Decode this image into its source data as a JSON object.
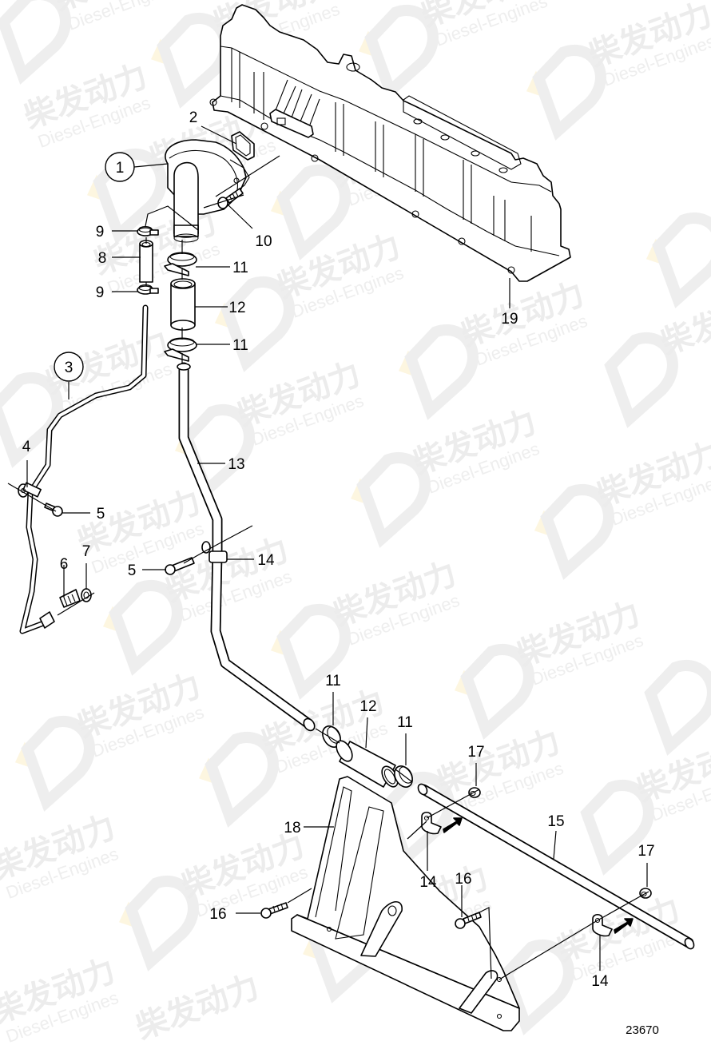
{
  "diagram": {
    "figure_number": "23670",
    "watermark": {
      "cn_text": "柴发动力",
      "en_text": "Diesel-Engines",
      "accent_color": "#fdf6e0",
      "text_color": "#ececec"
    },
    "callouts": [
      {
        "id": "c1",
        "label": "1",
        "circled": true
      },
      {
        "id": "c2",
        "label": "2",
        "circled": false
      },
      {
        "id": "c3",
        "label": "3",
        "circled": true
      },
      {
        "id": "c4",
        "label": "4",
        "circled": false
      },
      {
        "id": "c5a",
        "label": "5",
        "circled": false
      },
      {
        "id": "c5b",
        "label": "5",
        "circled": false
      },
      {
        "id": "c6",
        "label": "6",
        "circled": false
      },
      {
        "id": "c7",
        "label": "7",
        "circled": false
      },
      {
        "id": "c8",
        "label": "8",
        "circled": false
      },
      {
        "id": "c9a",
        "label": "9",
        "circled": false
      },
      {
        "id": "c9b",
        "label": "9",
        "circled": false
      },
      {
        "id": "c10",
        "label": "10",
        "circled": false
      },
      {
        "id": "c11a",
        "label": "11",
        "circled": false
      },
      {
        "id": "c11b",
        "label": "11",
        "circled": false
      },
      {
        "id": "c11c",
        "label": "11",
        "circled": false
      },
      {
        "id": "c11d",
        "label": "11",
        "circled": false
      },
      {
        "id": "c12a",
        "label": "12",
        "circled": false
      },
      {
        "id": "c12b",
        "label": "12",
        "circled": false
      },
      {
        "id": "c13",
        "label": "13",
        "circled": false
      },
      {
        "id": "c14a",
        "label": "14",
        "circled": false
      },
      {
        "id": "c14b",
        "label": "14",
        "circled": false
      },
      {
        "id": "c14c",
        "label": "14",
        "circled": false
      },
      {
        "id": "c15",
        "label": "15",
        "circled": false
      },
      {
        "id": "c16a",
        "label": "16",
        "circled": false
      },
      {
        "id": "c16b",
        "label": "16",
        "circled": false
      },
      {
        "id": "c17a",
        "label": "17",
        "circled": false
      },
      {
        "id": "c17b",
        "label": "17",
        "circled": false
      },
      {
        "id": "c18",
        "label": "18",
        "circled": false
      },
      {
        "id": "c19",
        "label": "19",
        "circled": false
      }
    ],
    "labels": {
      "c1": "1",
      "c2": "2",
      "c3": "3",
      "c4": "4",
      "c5a": "5",
      "c5b": "5",
      "c6": "6",
      "c7": "7",
      "c8": "8",
      "c9a": "9",
      "c9b": "9",
      "c10": "10",
      "c11a": "11",
      "c11b": "11",
      "c11c": "11",
      "c11d": "11",
      "c12a": "12",
      "c12b": "12",
      "c13": "13",
      "c14a": "14",
      "c14b": "14",
      "c14c": "14",
      "c15": "15",
      "c16a": "16",
      "c16b": "16",
      "c17a": "17",
      "c17b": "17",
      "c18": "18",
      "c19": "19"
    }
  }
}
